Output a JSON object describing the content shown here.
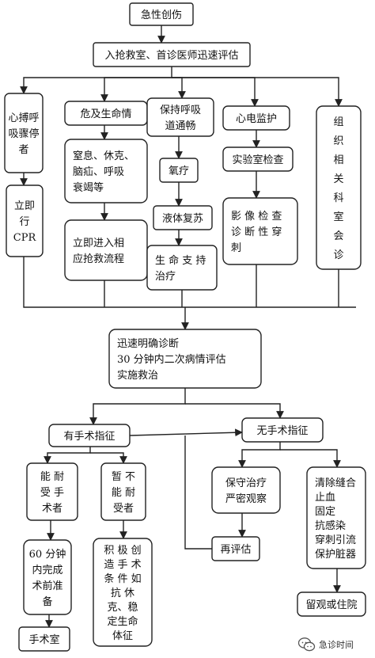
{
  "nodes": {
    "trauma": [
      "急性创伤"
    ],
    "triage": [
      "入抢救室、首诊医师迅速评估"
    ],
    "arrest": [
      "心搏呼",
      "吸骤停",
      "者"
    ],
    "cpr": [
      "立即",
      "行",
      "CPR"
    ],
    "lifeThreat": [
      "危及生命情"
    ],
    "conditions": [
      "窒息、休克、",
      "脑疝、呼吸",
      "衰竭等"
    ],
    "rescueFlow": [
      "立即进入相",
      "应抢救流程"
    ],
    "airway": [
      "保持呼吸",
      "道通畅"
    ],
    "oxygen": [
      "氧疗"
    ],
    "fluid": [
      "液体复苏"
    ],
    "lifeSupport": [
      "生 命 支 持",
      "治疗"
    ],
    "ecg": [
      "心电监护"
    ],
    "lab": [
      "实验室检查"
    ],
    "imaging": [
      "影 像 检 查",
      "诊 断 性 穿",
      "刺"
    ],
    "consult": [
      "组",
      "织",
      "相",
      "关",
      "科",
      "室",
      "会",
      "诊"
    ],
    "diagnose": [
      "迅速明确诊断",
      "30 分钟内二次病情评估",
      "实施救治"
    ],
    "surgIndicated": [
      "有手术指征"
    ],
    "noSurg": [
      "无手术指征"
    ],
    "tolerate": [
      "能 耐",
      "受 手",
      "术者"
    ],
    "cannotTolerate": [
      "暂 不",
      "能 耐",
      "受者"
    ],
    "prep": [
      "60 分钟",
      "内完成",
      "术前准",
      "备"
    ],
    "createCond": [
      "积 极 创",
      "造 手 术",
      "条 件 如",
      "抗 休",
      "克、稳",
      "定生命",
      "体征"
    ],
    "or": [
      "手术室"
    ],
    "conservative": [
      "保守治疗",
      "严密观察"
    ],
    "reassess": [
      "再评估"
    ],
    "measures": [
      "清除缝合",
      "止血",
      "固定",
      "抗感染",
      "穿刺引流",
      "保护脏器"
    ],
    "observe": [
      "留观或住院"
    ]
  },
  "watermark": {
    "text": "急诊时间",
    "logo_icon": "chat-bubbles-icon"
  }
}
